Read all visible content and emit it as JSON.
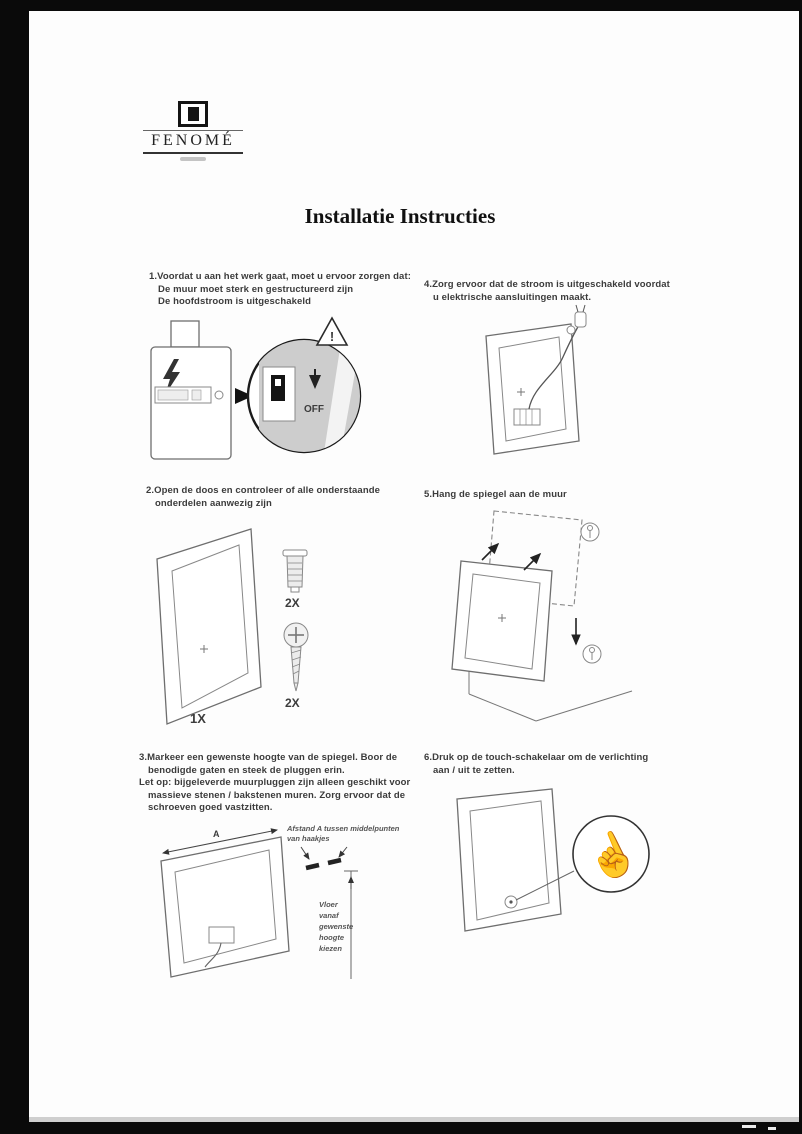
{
  "brand": {
    "name": "FENOMÉ"
  },
  "title": "Installatie Instructies",
  "steps": {
    "s1": {
      "lines": [
        "1.Voordat u aan het werk gaat, moet u ervoor zorgen dat:",
        "De muur moet sterk en gestructureerd zijn",
        "De hoofdstroom is uitgeschakeld"
      ]
    },
    "s2": {
      "lines": [
        "2.Open de doos en controleer of alle onderstaande",
        "onderdelen aanwezig zijn"
      ]
    },
    "s3": {
      "lines": [
        "3.Markeer een gewenste hoogte van de spiegel. Boor de",
        "benodigde gaten en steek de pluggen erin.",
        "Let op: bijgeleverde muurpluggen zijn alleen geschikt voor",
        "massieve stenen / bakstenen muren. Zorg ervoor dat de",
        "schroeven goed vastzitten."
      ]
    },
    "s4": {
      "lines": [
        "4.Zorg ervoor dat de stroom is uitgeschakeld voordat",
        "u elektrische aansluitingen maakt."
      ]
    },
    "s5": {
      "lines": [
        "5.Hang de spiegel aan de muur"
      ]
    },
    "s6": {
      "lines": [
        "6.Druk op de touch-schakelaar om de verlichting",
        "aan / uit te zetten."
      ]
    }
  },
  "labels": {
    "off": "OFF",
    "mirror_qty": "1X",
    "plug_qty": "2X",
    "screw_qty": "2X",
    "dim_a": "A",
    "distance_note_1": "Afstand A tussen middelpunten",
    "distance_note_2": "van haakjes",
    "height_note": [
      "Vloer",
      "vanaf",
      "gewenste",
      "hoogte",
      "kiezen"
    ]
  },
  "icons": {
    "warning_exclamation": "!",
    "hand": "☝"
  },
  "colors": {
    "page_background": "#fdfdfd",
    "frame_background": "#0a0a0a",
    "text": "#3b3b3b",
    "line_art": "#777777"
  }
}
